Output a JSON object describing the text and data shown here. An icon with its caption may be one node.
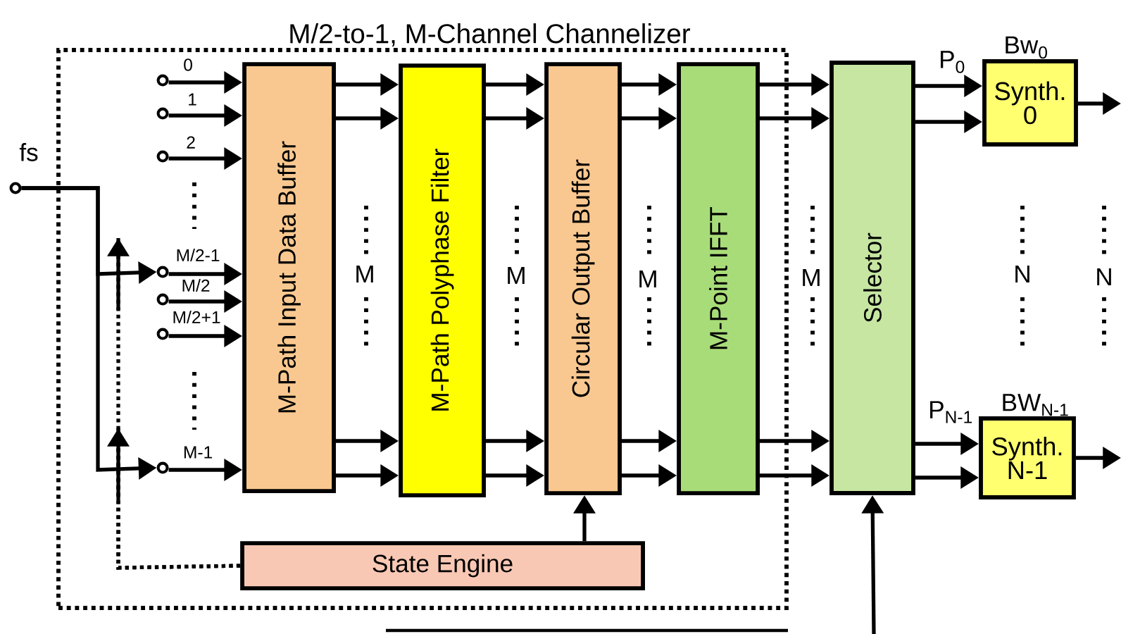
{
  "diagram": {
    "nodes": [
      {
        "text": [
          "M/2-to-1, M-Channel Channelizer"
        ]
      },
      {
        "text": [
          "M-Path Input Data Buffer"
        ],
        "in": 0
      },
      {
        "text": [
          "M-Path Polyphase Filter"
        ],
        "in": 0
      },
      {
        "text": [
          "Circular Output Buffer"
        ],
        "in": 0
      },
      {
        "text": [
          "M-Point IFFT"
        ],
        "in": 0
      },
      {
        "text": [
          "State Engine"
        ],
        "in": 0
      },
      {
        "text": [
          "Selector"
        ]
      },
      {
        "text": [
          "Bw$_{0}$",
          "Synth. 0"
        ]
      },
      {
        "text": [
          "BW$_{N-1}$",
          "Synth. N-1"
        ]
      },
      {
        "text": [
          "fs"
        ]
      },
      {
        "text": [
          "0"
        ],
        "in": 0
      },
      {
        "text": [
          "1"
        ],
        "in": 0
      },
      {
        "text": [
          "2"
        ],
        "in": 0
      },
      {
        "text": [
          "M/2-1"
        ],
        "in": 0
      },
      {
        "text": [
          "M/2"
        ],
        "in": 0
      },
      {
        "text": [
          "M/2+1"
        ],
        "in": 0
      },
      {
        "text": [
          "M-1"
        ],
        "in": 0
      }
    ],
    "edges": [
      {
        "from": 1,
        "to": 2,
        "arrow": "to"
      },
      {
        "from": 1,
        "to": 2,
        "arrow": "to"
      },
      {
        "from": 1,
        "to": 2,
        "arrow": "to"
      },
      {
        "from": 1,
        "to": 2,
        "arrow": "to"
      },
      {
        "from": 2,
        "to": 3,
        "arrow": "to"
      },
      {
        "from": 2,
        "to": 3,
        "arrow": "to"
      },
      {
        "from": 2,
        "to": 3,
        "arrow": "to"
      },
      {
        "from": 2,
        "to": 3,
        "arrow": "to"
      },
      {
        "from": 3,
        "to": 4,
        "arrow": "to"
      },
      {
        "from": 3,
        "to": 4,
        "arrow": "to"
      },
      {
        "from": 3,
        "to": 4,
        "arrow": "to"
      },
      {
        "from": 3,
        "to": 4,
        "arrow": "to"
      },
      {
        "from": 4,
        "to": 6,
        "arrow": "to"
      },
      {
        "from": 4,
        "to": 6,
        "arrow": "to"
      },
      {
        "from": 4,
        "to": 6,
        "arrow": "to"
      },
      {
        "from": 4,
        "to": 6,
        "arrow": "to"
      },
      {
        "from": 6,
        "to": 7,
        "arrow": "to",
        "label": "P$_{0}$"
      },
      {
        "from": 6,
        "to": 7,
        "arrow": "to"
      },
      {
        "from": 6,
        "to": 8,
        "arrow": "to",
        "label": "P$_{N-1}$"
      },
      {
        "from": 6,
        "to": 8,
        "arrow": "to"
      },
      {
        "from": 7,
        "to": null,
        "arrow": "to"
      },
      {
        "from": 8,
        "to": null,
        "arrow": "to"
      },
      {
        "from": 10,
        "to": 1,
        "arrow": "to"
      },
      {
        "from": 11,
        "to": 1,
        "arrow": "to"
      },
      {
        "from": 12,
        "to": 1,
        "arrow": "to"
      },
      {
        "from": 13,
        "to": 1,
        "arrow": "to"
      },
      {
        "from": 14,
        "to": 1,
        "arrow": "to"
      },
      {
        "from": 15,
        "to": 1,
        "arrow": "to"
      },
      {
        "from": 16,
        "to": 1,
        "arrow": "to"
      },
      {
        "from": 9,
        "to": 13,
        "arrow": "to"
      },
      {
        "from": 9,
        "to": 16,
        "arrow": "to"
      },
      {
        "from": 5,
        "to": null,
        "arrow": "to",
        "style": "dashed"
      },
      {
        "from": 5,
        "to": null,
        "arrow": "to",
        "style": "dashed"
      },
      {
        "from": 5,
        "to": 3,
        "arrow": "to"
      },
      {
        "from": null,
        "to": 6,
        "arrow": "to"
      }
    ],
    "labels": [
      "M",
      "M",
      "M",
      "M",
      "N",
      "N"
    ]
  }
}
